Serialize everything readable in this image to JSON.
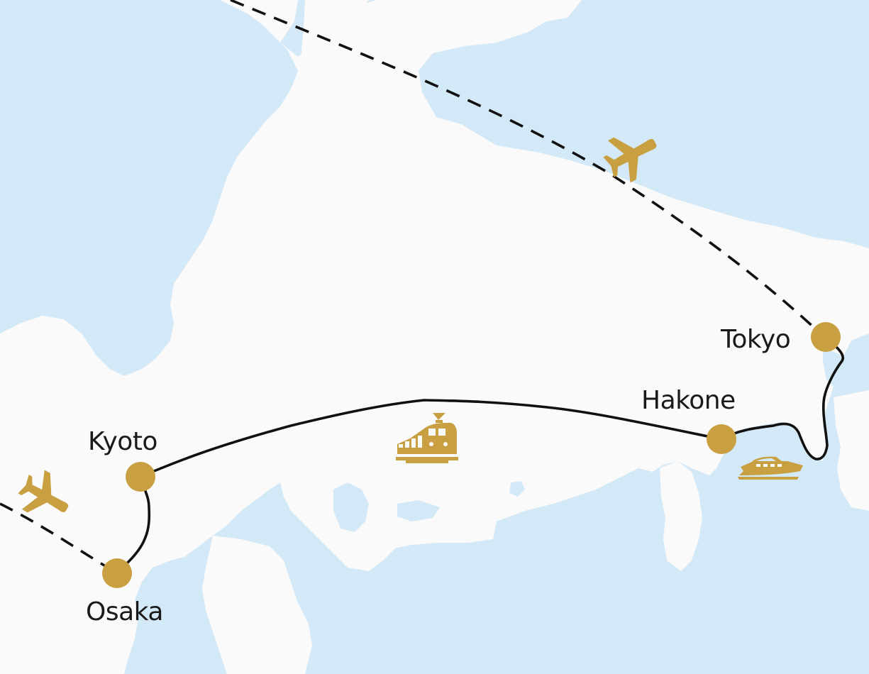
{
  "map": {
    "colors": {
      "sea": "#d4e9f7",
      "land": "#fafafa",
      "accent": "#c9a041",
      "route": "#111111"
    },
    "cities": [
      {
        "id": "tokyo",
        "label": "Tokyo"
      },
      {
        "id": "hakone",
        "label": "Hakone"
      },
      {
        "id": "kyoto",
        "label": "Kyoto"
      },
      {
        "id": "osaka",
        "label": "Osaka"
      }
    ],
    "icons": [
      {
        "id": "plane-tokyo",
        "name": "airplane-icon",
        "route": "flight-to-tokyo"
      },
      {
        "id": "plane-osaka",
        "name": "airplane-icon",
        "route": "flight-from-osaka"
      },
      {
        "id": "train",
        "name": "train-icon",
        "route": "kyoto-to-hakone"
      },
      {
        "id": "boat",
        "name": "boat-icon",
        "route": "hakone-lake-cruise"
      }
    ],
    "routes": [
      {
        "id": "flight-to-tokyo",
        "style": "dashed"
      },
      {
        "id": "flight-from-osaka",
        "style": "dashed"
      },
      {
        "id": "tokyo-to-hakone",
        "style": "solid"
      },
      {
        "id": "kyoto-to-hakone",
        "style": "solid"
      },
      {
        "id": "osaka-to-kyoto",
        "style": "solid"
      }
    ]
  }
}
